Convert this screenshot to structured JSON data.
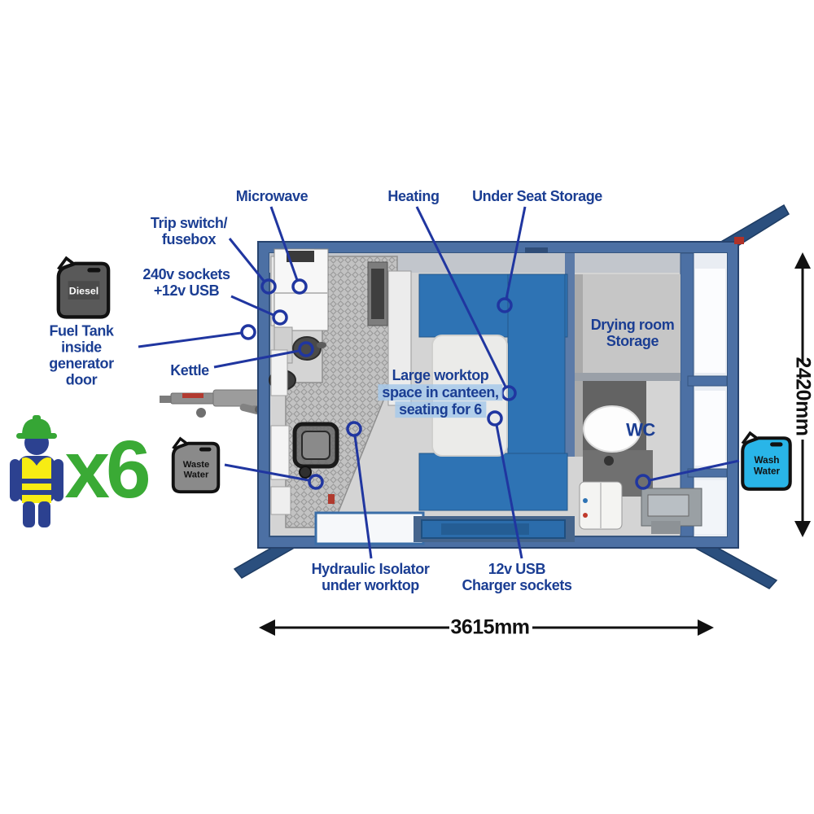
{
  "colors": {
    "label_blue": "#1b3e93",
    "leader_blue": "#2036a0",
    "accent_green": "#3aaa35",
    "seat_blue": "#2e73b4",
    "frame_blue": "#4c70a4",
    "door_blue": "#2b4f7e",
    "wash_cyan": "#29b5e8",
    "diesel_gray": "#595959",
    "waste_gray": "#8a8a8a",
    "worktop_highlight": "#a7c9ea",
    "dimension_black": "#111111"
  },
  "callouts": {
    "microwave": {
      "label": "Microwave"
    },
    "heating": {
      "label": "Heating"
    },
    "under_seat_storage": {
      "label": "Under Seat Storage"
    },
    "trip_switch": {
      "label": "Trip switch/\nfusebox"
    },
    "sockets_240v": {
      "label": "240v sockets\n+12v USB"
    },
    "fuel_tank": {
      "label": "Fuel Tank\ninside\ngenerator\ndoor"
    },
    "kettle": {
      "label": "Kettle"
    },
    "drying_room_storage": {
      "label": "Drying room\nStorage"
    },
    "wc": {
      "label": "WC"
    },
    "hydraulic_isolator": {
      "label": "Hydraulic Isolator\nunder worktop"
    },
    "usb_charger_sockets": {
      "label": "12v USB\nCharger sockets"
    },
    "large_worktop": {
      "line1": "Large worktop",
      "line2": "space in canteen,",
      "line3": "seating for 6"
    }
  },
  "capacity": {
    "people_multiplier": "x6"
  },
  "tanks": {
    "diesel": {
      "label": "Diesel"
    },
    "waste_water": {
      "line1": "Waste",
      "line2": "Water"
    },
    "wash_water": {
      "line1": "Wash",
      "line2": "Water"
    }
  },
  "dimensions": {
    "length": "3615mm",
    "height": "2420mm"
  }
}
